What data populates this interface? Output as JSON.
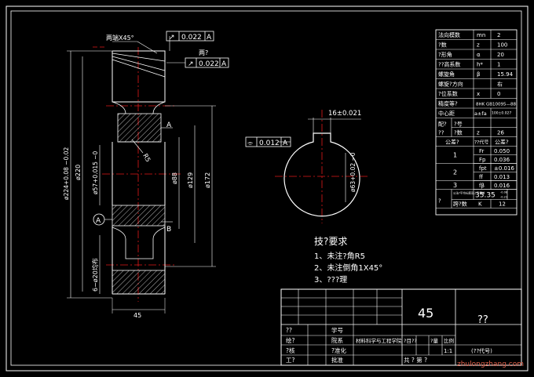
{
  "left_view": {
    "chamfer_note": "两端X45°",
    "runout_top": {
      "symbol": "↗",
      "value": "0.022",
      "datum": "A"
    },
    "runout_face_label": "两?",
    "runout_face": {
      "symbol": "↗",
      "value": "0.022",
      "datum": "A"
    },
    "dim_d224": "ø224+0.08 −0.02",
    "dim_d220": "ø220",
    "dim_d57": "ø57+0.015 −0",
    "dim_d88": "ø88",
    "dim_d129": "ø129",
    "dim_d172": "ø172",
    "holes_note": "6−ø20均布",
    "radius_r5": "R5",
    "width_45": "45",
    "section_a": "A",
    "section_b": "B",
    "datum_a": "A"
  },
  "right_view": {
    "keyway_width": "16±0.021",
    "bore_dim": "ø63+0.02 −0",
    "symmetry": {
      "symbol": "⌯",
      "value": "0.012",
      "datum": "A"
    }
  },
  "param_table": {
    "rows": [
      {
        "name": "法向模数",
        "symbol": "mn",
        "value": "2"
      },
      {
        "name": "?数",
        "symbol": "z",
        "value": "100"
      },
      {
        "name": "?形角",
        "symbol": "α",
        "value": "20"
      },
      {
        "name": "??高系数",
        "symbol": "h*",
        "value": "1"
      },
      {
        "name": "螺旋角",
        "symbol": "β",
        "value": "15.94"
      },
      {
        "name": "螺旋?方向",
        "symbol": "",
        "value": "右"
      },
      {
        "name": "?位系数",
        "symbol": "x",
        "value": "0"
      },
      {
        "name": "精度等?",
        "symbol": "",
        "value": "8HK GB10095—88"
      },
      {
        "name": "中心距",
        "symbol": "a±fa",
        "value": "100±0.027"
      }
    ],
    "pair": {
      "label1": "配?",
      "label2": "?号",
      "sub1": "??",
      "sub2": "?数",
      "value1": "z",
      "value2": "26"
    },
    "tolerance_header": {
      "group": "公差?",
      "code": "??代号",
      "value": "公差?"
    },
    "tolerance_groups": [
      {
        "group": "1",
        "items": [
          {
            "code": "Fr",
            "value": "0.050"
          },
          {
            "code": "Fp",
            "value": "0.036"
          }
        ]
      },
      {
        "group": "2",
        "items": [
          {
            "code": "fpt",
            "value": "±0.016"
          },
          {
            "code": "ff",
            "value": "0.013"
          }
        ]
      },
      {
        "group": "3",
        "items": [
          {
            "code": "fβ",
            "value": "0.016"
          }
        ]
      }
    ],
    "span": {
      "label1": "?",
      "label2": "公法?平均长度及上下偏差",
      "value": "35.35",
      "sup": "-0.08",
      "sub": "-0.21",
      "k_label": "跨?数",
      "k_sym": "K",
      "k_val": "12"
    }
  },
  "notes": {
    "title": "技?要求",
    "items": [
      "1、未注?角R5",
      "2、未注倒角1X45°",
      "3、???理"
    ]
  },
  "title_block": {
    "material": "45",
    "part_name": "??",
    "designer": "??",
    "student_id_label": "学号",
    "drawing_label": "绘?",
    "dept_label": "院系",
    "school": "材料科学与工程学院",
    "count_label": "?目??",
    "qty_label": "?量",
    "scale_label": "比例",
    "check_label": "?核",
    "std_label": "?准化",
    "scale_value": "1:1",
    "code_label": "(??代号)",
    "process_label": "工?",
    "approve_label": "批准",
    "total_label": "共  ?  第  ?"
  },
  "watermark": "zhulongzhang.com"
}
